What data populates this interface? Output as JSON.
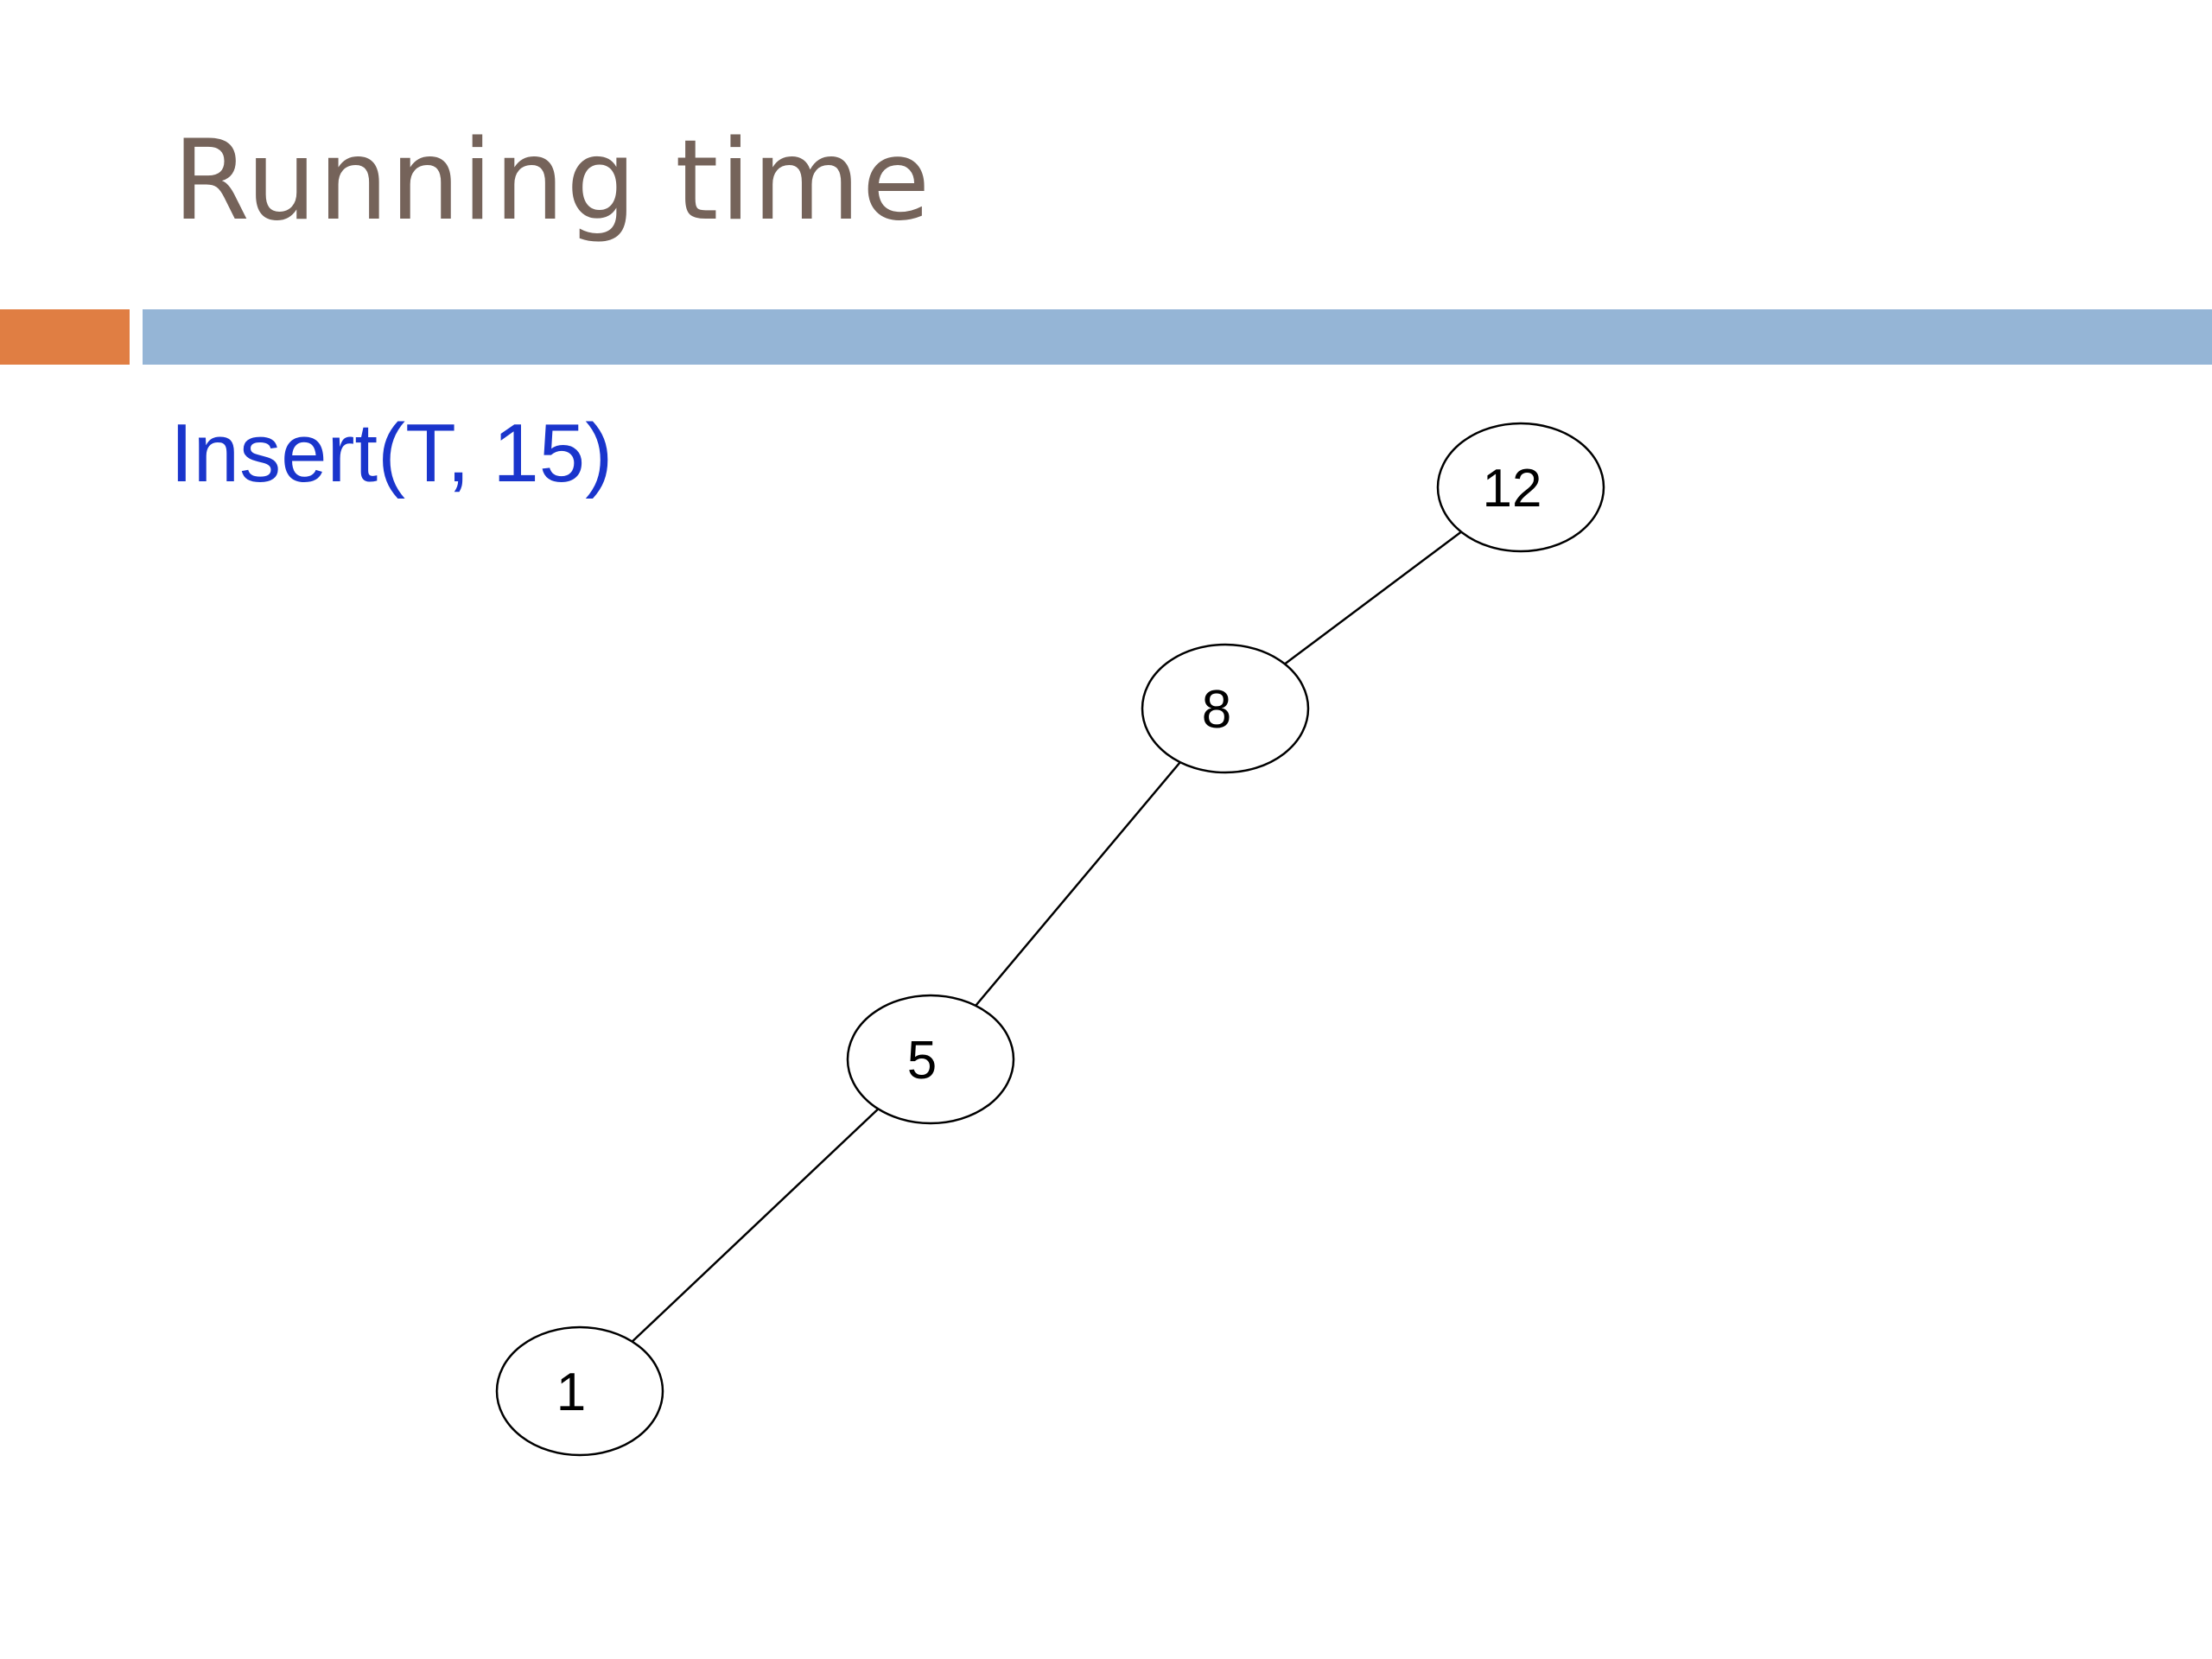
{
  "slide": {
    "title": "Running time",
    "operation": "Insert(T, 15)"
  },
  "colors": {
    "title": "#75635a",
    "accent_orange": "#e07e43",
    "accent_blue": "#95b5d6",
    "operation_text": "#1a35cc",
    "node_stroke": "#000000",
    "edge_stroke": "#000000"
  },
  "tree": {
    "nodes": [
      {
        "id": "n12",
        "label": "12"
      },
      {
        "id": "n8",
        "label": "8"
      },
      {
        "id": "n5",
        "label": "5"
      },
      {
        "id": "n1",
        "label": "1"
      }
    ],
    "edges": [
      {
        "from": "n12",
        "to": "n8"
      },
      {
        "from": "n8",
        "to": "n5"
      },
      {
        "from": "n5",
        "to": "n1"
      }
    ]
  }
}
